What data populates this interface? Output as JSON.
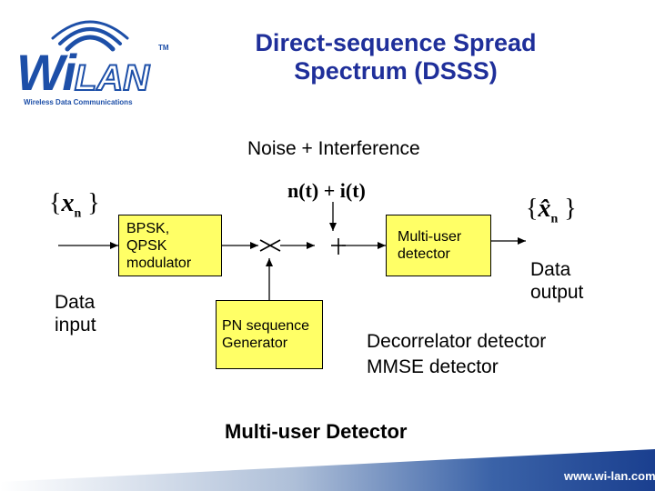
{
  "slide": {
    "title_line1": "Direct-sequence Spread",
    "title_line2": "Spectrum (DSSS)",
    "noise_label": "Noise + Interference",
    "noise_formula": "n(t) + i(t)",
    "input_symbol": "x",
    "input_subscript": "n",
    "output_symbol": "x̂",
    "output_subscript": "n",
    "data_input_line1": "Data",
    "data_input_line2": "input",
    "data_output_line1": "Data",
    "data_output_line2": "output",
    "modulator_line1": "BPSK,",
    "modulator_line2": "QPSK",
    "modulator_line3": "modulator",
    "detector_line1": "Multi-user",
    "detector_line2": "detector",
    "pn_line1": "PN sequence",
    "pn_line2": "Generator",
    "detector_type1": "Decorrelator detector",
    "detector_type2": "MMSE detector",
    "footer_title": "Multi-user Detector"
  },
  "logo": {
    "brand_wi": "Wi",
    "brand_lan": "LAN",
    "trademark": "TM",
    "tagline": "Wireless Data Communications"
  },
  "footer": {
    "url": "www.wi-lan.com"
  },
  "colors": {
    "title": "#1f2f9a",
    "box_fill": "#ffff66",
    "footer_blue": "#1a3f8f",
    "logo_blue": "#1d4fa8"
  }
}
